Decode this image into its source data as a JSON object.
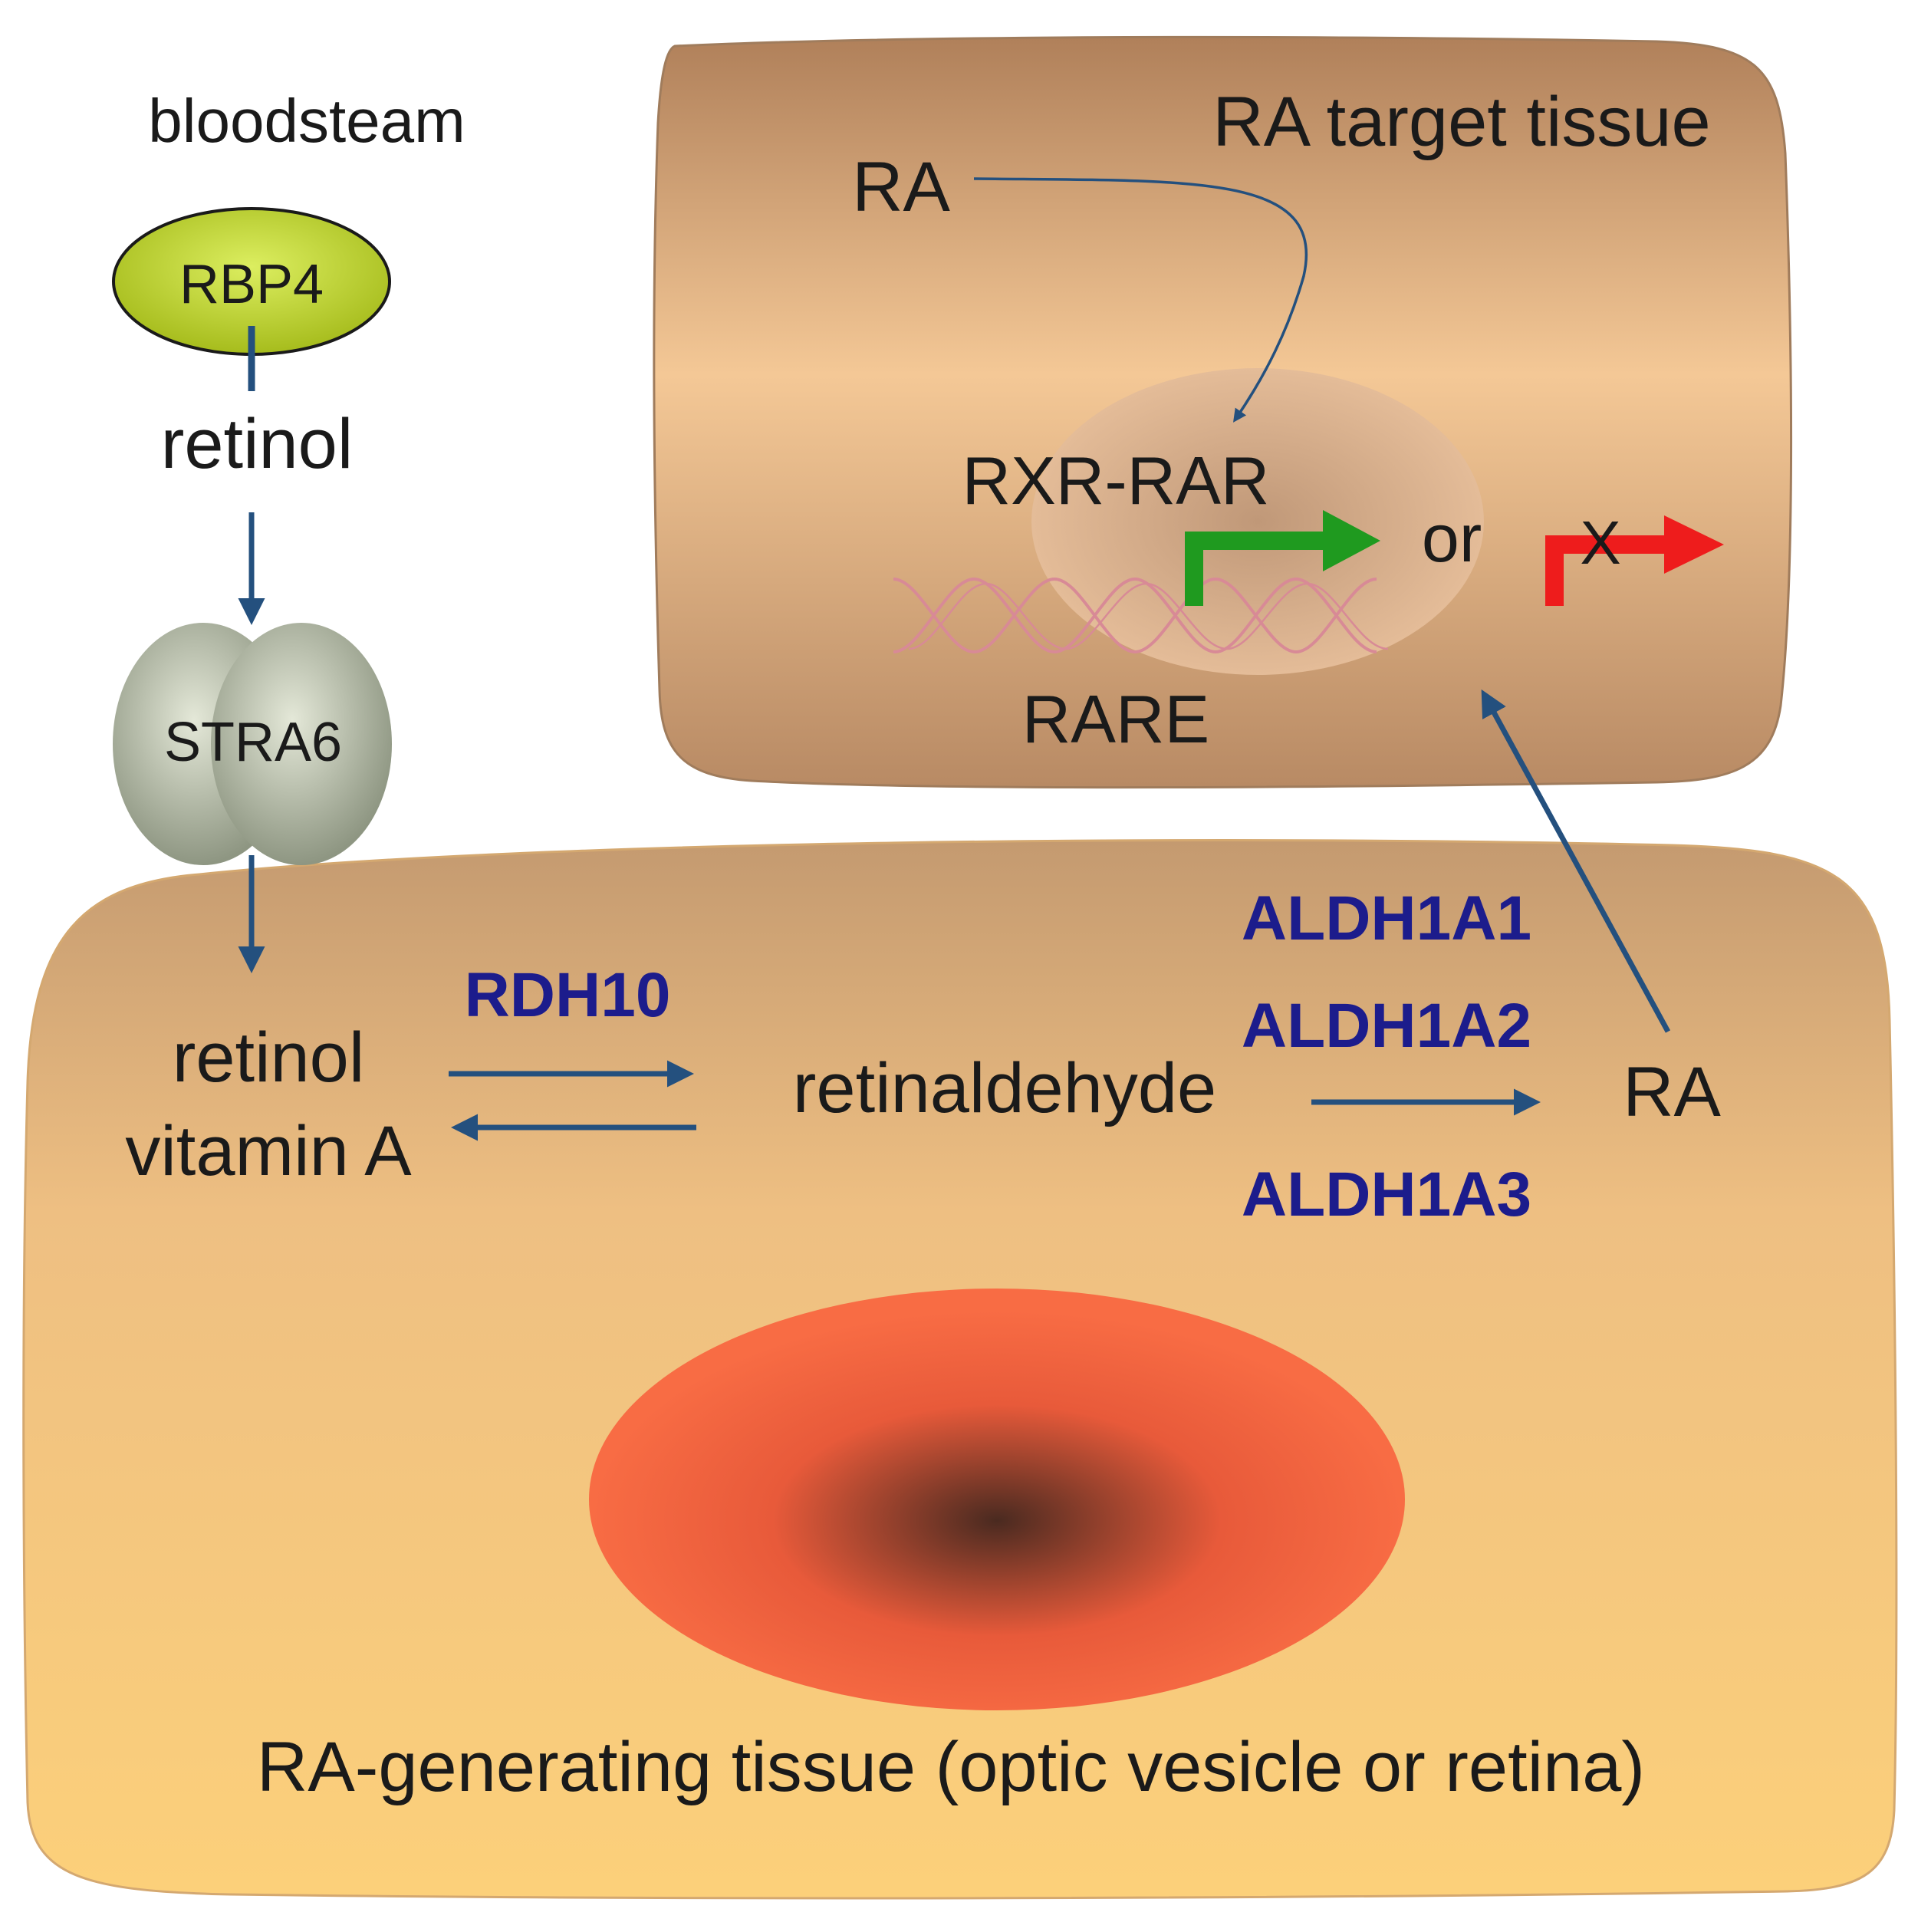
{
  "colors": {
    "target_tissue": "#c49a74",
    "generating_tissue": "#f2c37e",
    "arrow": "#24507e",
    "enzyme_text": "#1c1c8c",
    "rbp4_fill": "#c9dc3a",
    "strab6_fill": "#b8bea8",
    "activation_arrow": "#1f9a1f",
    "repression_arrow": "#ee1c1c",
    "dna_strand": "#d88a96",
    "nucleus_center": "#5a2a1c",
    "nucleus_edge": "#f06a40"
  },
  "labels": {
    "bloodstream": "bloodsteam",
    "rbp4": "RBP4",
    "retinol_top": "retinol",
    "stra6": "STRA6",
    "target_tissue_title": "RA target tissue",
    "ra_top": "RA",
    "rxr_rar": "RXR-RAR",
    "or": "or",
    "repression_mark": "X",
    "rare": "RARE",
    "rdh10": "RDH10",
    "retinol_bottom": "retinol",
    "vitamin_a": "vitamin A",
    "retinaldehyde": "retinaldehyde",
    "aldh1a1": "ALDH1A1",
    "aldh1a2": "ALDH1A2",
    "aldh1a3": "ALDH1A3",
    "ra_right": "RA",
    "generating_tissue_title": "RA-generating tissue (optic vesicle or retina)"
  },
  "icons": {
    "activation": "green-bent-arrow-icon",
    "repression": "red-bent-arrow-icon",
    "dna": "dna-helix-icon"
  }
}
